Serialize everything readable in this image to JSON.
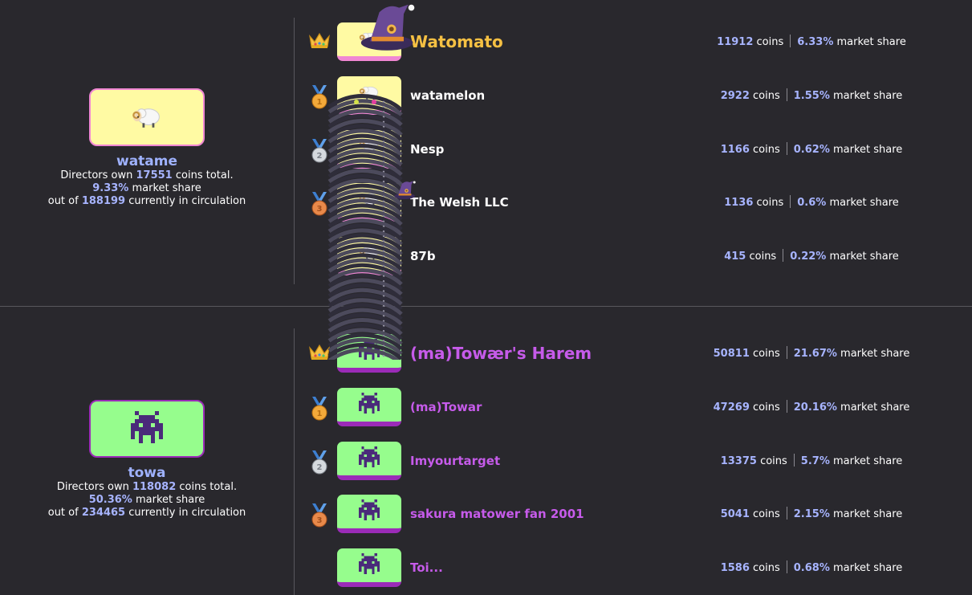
{
  "colors": {
    "accent_num": "#a7b4ff",
    "watame_name": "#9fb2ff",
    "watame_gold": "#f5c043",
    "towa_purple": "#c65bea",
    "watame_bg": "#fffaa3",
    "watame_border": "#f087d3",
    "towa_bg": "#96fd8d",
    "towa_border": "#9b2bb8"
  },
  "groups": [
    {
      "key": "watame",
      "summary": {
        "name": "watame",
        "icon": "sheep-icon",
        "directors_prefix": "Directors own",
        "coins_total": "17551",
        "directors_suffix": "coins total.",
        "share": "9.33%",
        "share_label": "market share",
        "out_of": "out of",
        "circulation": "188199",
        "circulation_label": "currently in circulation"
      },
      "rows": [
        {
          "rank_icon": "crown-icon",
          "name": "Watomato",
          "coins": "11912",
          "coins_label": "coins",
          "share": "6.33%",
          "share_label": "market share"
        },
        {
          "rank_icon": "medal-1-icon",
          "name": "watamelon",
          "coins": "2922",
          "coins_label": "coins",
          "share": "1.55%",
          "share_label": "market share"
        },
        {
          "rank_icon": "medal-2-icon",
          "name": "Nesp",
          "coins": "1166",
          "coins_label": "coins",
          "share": "0.62%",
          "share_label": "market share"
        },
        {
          "rank_icon": "medal-3-icon",
          "name": "The Welsh LLC",
          "coins": "1136",
          "coins_label": "coins",
          "share": "0.6%",
          "share_label": "market share"
        },
        {
          "rank_icon": "",
          "name": "87b",
          "coins": "415",
          "coins_label": "coins",
          "share": "0.22%",
          "share_label": "market share"
        }
      ]
    },
    {
      "key": "towa",
      "summary": {
        "name": "towa",
        "icon": "pixel-invader-icon",
        "directors_prefix": "Directors own",
        "coins_total": "118082",
        "directors_suffix": "coins total.",
        "share": "50.36%",
        "share_label": "market share",
        "out_of": "out of",
        "circulation": "234465",
        "circulation_label": "currently in circulation"
      },
      "rows": [
        {
          "rank_icon": "crown-icon",
          "name": "(ma)Towær's Harem",
          "coins": "50811",
          "coins_label": "coins",
          "share": "21.67%",
          "share_label": "market share"
        },
        {
          "rank_icon": "medal-1-icon",
          "name": "(ma)Towar",
          "coins": "47269",
          "coins_label": "coins",
          "share": "20.16%",
          "share_label": "market share"
        },
        {
          "rank_icon": "medal-2-icon",
          "name": "Imyourtarget",
          "coins": "13375",
          "coins_label": "coins",
          "share": "5.7%",
          "share_label": "market share"
        },
        {
          "rank_icon": "medal-3-icon",
          "name": "sakura matower fan 2001",
          "coins": "5041",
          "coins_label": "coins",
          "share": "2.15%",
          "share_label": "market share"
        },
        {
          "rank_icon": "",
          "name": "Toi...",
          "coins": "1586",
          "coins_label": "coins",
          "share": "0.68%",
          "share_label": "market share"
        }
      ]
    }
  ]
}
